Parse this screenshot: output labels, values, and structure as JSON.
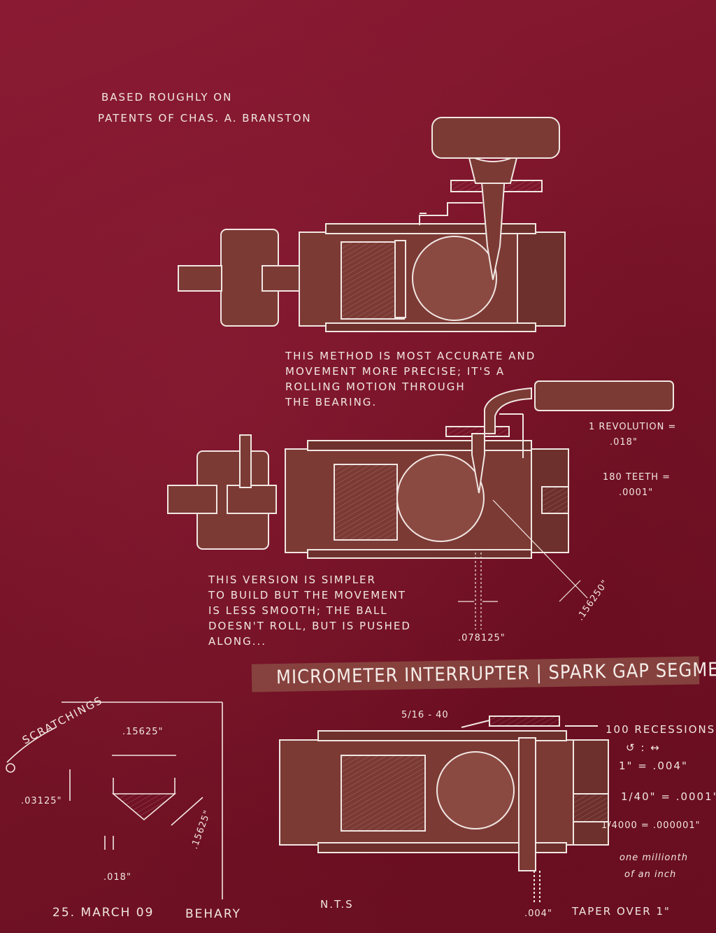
{
  "colors": {
    "paper": "#7a1528",
    "ink": "#f1e6e2",
    "device_fill": "#7c3a35"
  },
  "header": {
    "line1": "BASED ROUGHLY ON",
    "line2": "PATENTS OF CHAS. A. BRANSTON"
  },
  "notes": {
    "method1": "THIS METHOD IS MOST ACCURATE AND\nMOVEMENT MORE PRECISE; IT'S A\nROLLING MOTION THROUGH\nTHE BEARING.",
    "method2": "THIS VERSION IS SIMPLER\nTO BUILD BUT THE MOVEMENT\nIS LESS SMOOTH; THE BALL\nDOESN'T ROLL, BUT IS PUSHED\nALONG..."
  },
  "specs": {
    "rev_label": "1 REVOLUTION =",
    "rev_value": ".018\"",
    "teeth_label": "180 TEETH =",
    "teeth_value": ".0001\""
  },
  "dims_middle": {
    "width": ".078125\"",
    "diag": ".156250\""
  },
  "banner": {
    "title": "MICROMETER INTERRUPTER | SPARK GAP SEGMENTS"
  },
  "bottom_device": {
    "thread": "5/16 - 40",
    "recessions": "100 RECESSIONS",
    "legend": "↺ : ↔",
    "ratio1": "1\" = .004\"",
    "ratio2": "1/40\" = .0001\"",
    "ratio3": "1/4000 = .000001\"",
    "ratio_note_1": "one millionth",
    "ratio_note_2": "of an inch",
    "taper": ".004\"",
    "taper_note": "TAPER OVER 1\""
  },
  "scratchings": {
    "label": "SCRATCHINGS",
    "dim_top": ".15625\"",
    "dim_side": ".15625\"",
    "dim_height": ".03125\"",
    "dim_tip": ".018\""
  },
  "footer": {
    "date": "25. MARCH 09",
    "author": "BEHARY",
    "scale": "N.T.S"
  }
}
